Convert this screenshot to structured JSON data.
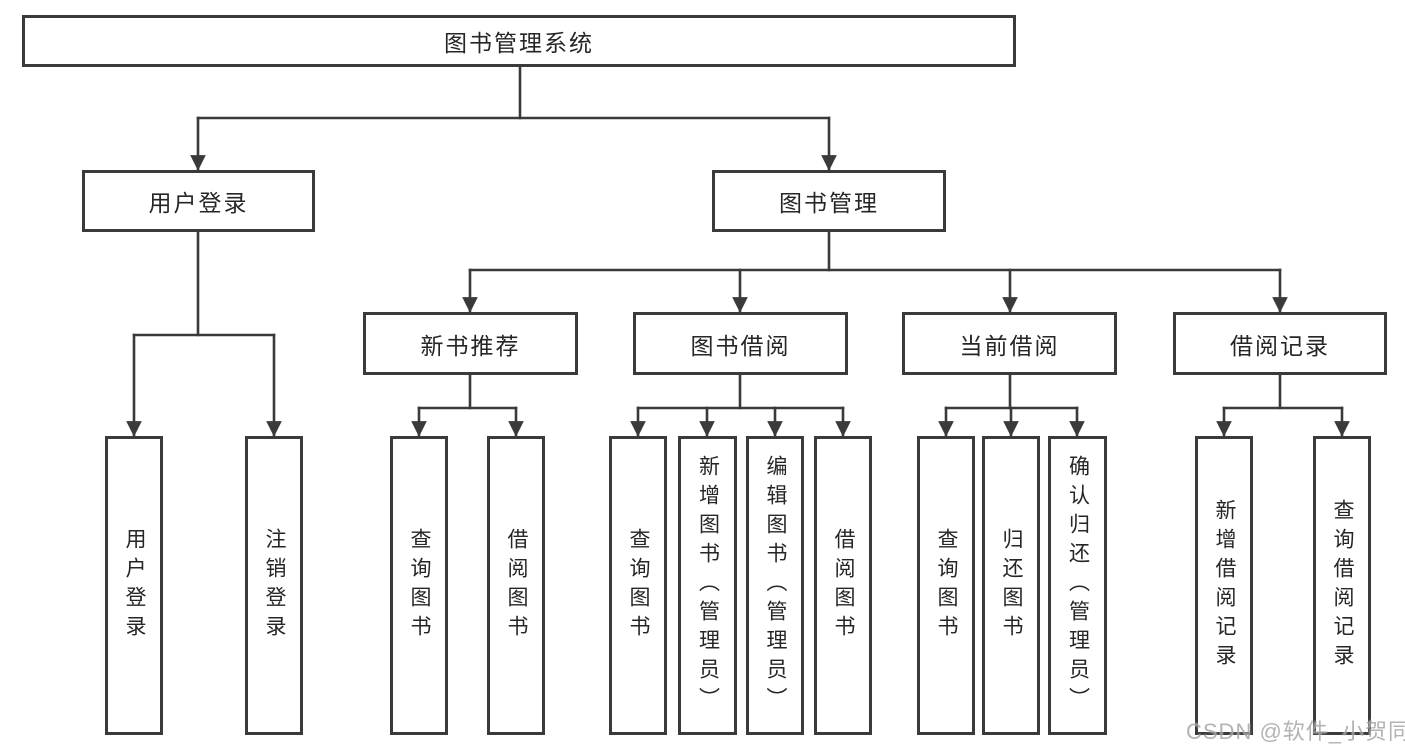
{
  "diagram": {
    "title_node": "图书管理系统",
    "level2": [
      "用户登录",
      "图书管理"
    ],
    "level3": [
      "新书推荐",
      "图书借阅",
      "当前借阅",
      "借阅记录"
    ],
    "leaves_user_login": [
      "用户登录",
      "注销登录"
    ],
    "leaves_new_book": [
      "查询图书",
      "借阅图书"
    ],
    "leaves_book_borrow": [
      "查询图书",
      "新增图书（管理员）",
      "编辑图书（管理员）",
      "借阅图书"
    ],
    "leaves_current_borrow": [
      "查询图书",
      "归还图书",
      "确认归还（管理员）"
    ],
    "leaves_borrow_record": [
      "新增借阅记录",
      "查询借阅记录"
    ]
  },
  "watermark": {
    "text": "CSDN @软件_小贺同学"
  },
  "colors": {
    "line": "#3a3a3a",
    "text": "#262626",
    "background": "#ffffff",
    "watermark": "#a6a6a6"
  }
}
